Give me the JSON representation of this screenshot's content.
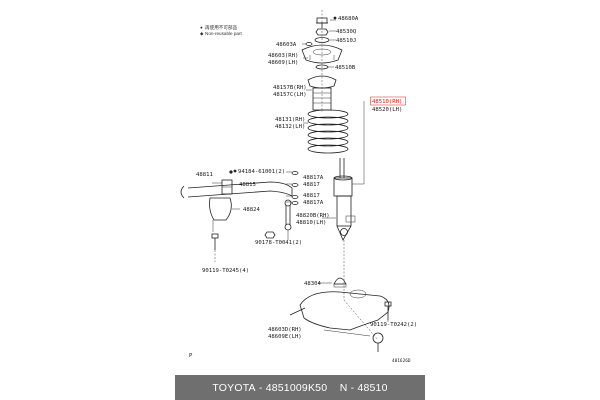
{
  "legend": [
    {
      "symbol": "●",
      "text": "再使用不可部品"
    },
    {
      "symbol": "◆",
      "text": "Non-reusable part"
    }
  ],
  "labels": {
    "l48680A": "48680A",
    "l48530Q": "48530Q",
    "l48510J": "48510J",
    "l48603A": "48603A",
    "l48603RH": "48603(RH)",
    "l48609LH": "48609(LH)",
    "l48510B": "48510B",
    "l48157BRH": "48157B(RH)",
    "l48157CLH": "48157C(LH)",
    "l48510RH": "48510(RH)",
    "l48520LH": "48520(LH)",
    "l48131RH": "48131(RH)",
    "l48132LH": "48132(LH)",
    "l48811": "48811",
    "l94184": "94184-61001(2)",
    "l48815": "48815",
    "l48817A1": "48817A",
    "l48817a": "48817",
    "l48817b": "48817",
    "l48817A2": "48817A",
    "l48824": "48824",
    "l48820BRH": "48820B(RH)",
    "l48810LH": "48810(LH)",
    "l90119a": "90119-T0245(4)",
    "l90178": "90178-T0041(2)",
    "l48304": "48304",
    "l48603DRH": "48603D(RH)",
    "l48609ELH": "48609E(LH)",
    "l90119b": "90119-T0242(2)",
    "pmark": "P",
    "code": "481626D"
  },
  "footer": {
    "brand": "TOYOTA",
    "sep1": " - ",
    "partno": "4851009K50",
    "sep2": "    N - ",
    "refno": "48510"
  },
  "colors": {
    "highlight": "#d21c1c",
    "footer_bg": "#6f6f6f",
    "line": "#222222"
  }
}
